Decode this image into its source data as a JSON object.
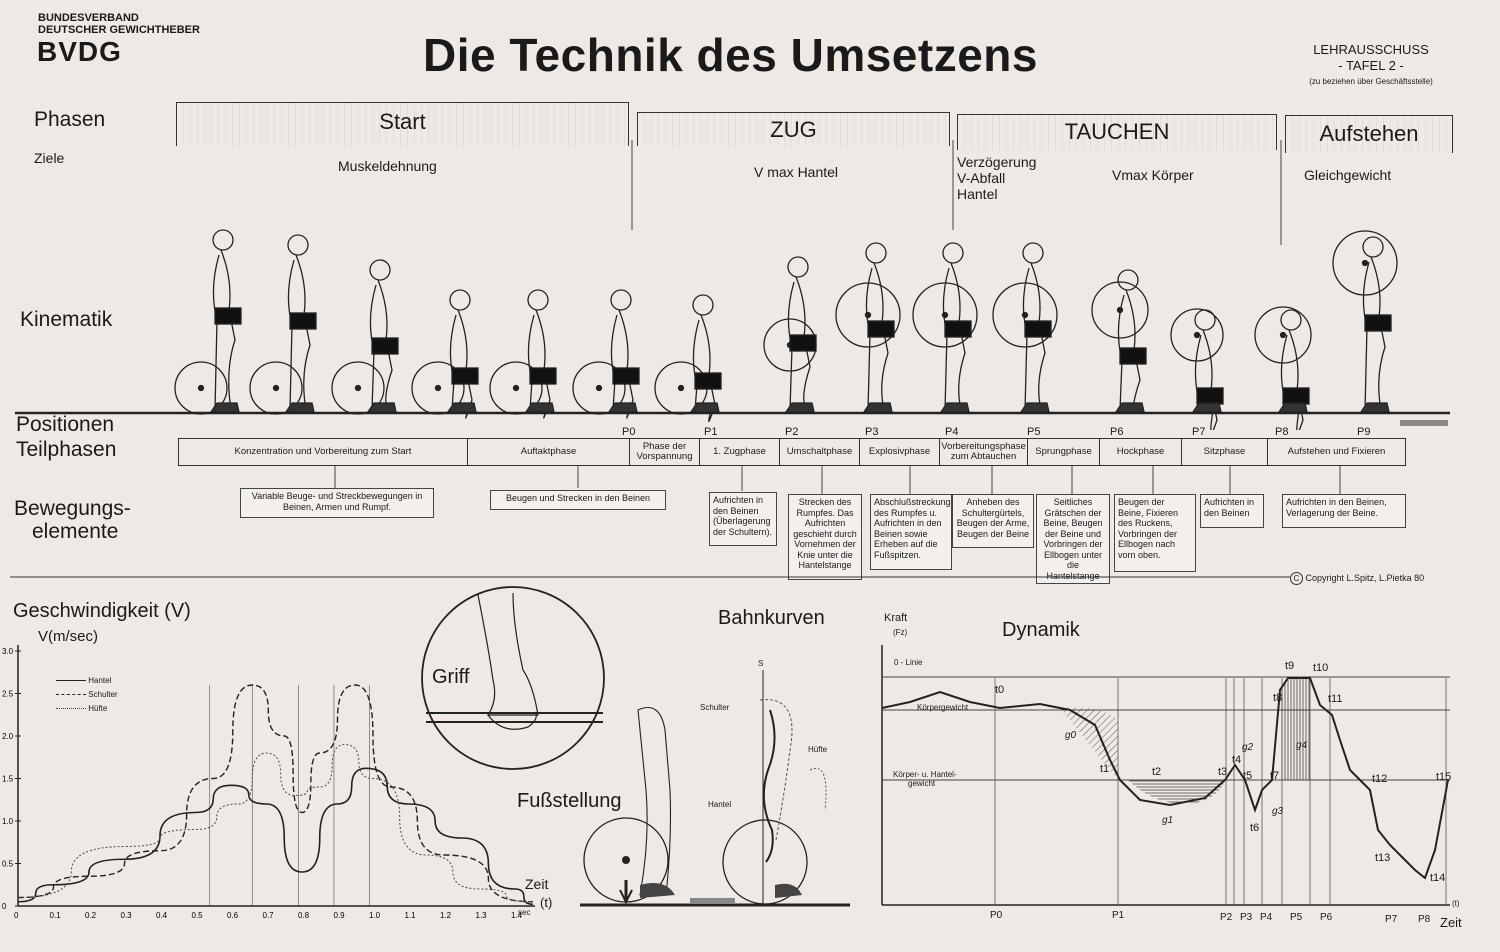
{
  "header": {
    "org_line1": "BUNDESVERBAND",
    "org_line2": "DEUTSCHER GEWICHTHEBER",
    "org_abbr": "BVDG",
    "title": "Die Technik des Umsetzens",
    "committee": "LEHRAUSSCHUSS",
    "tafel": "- TAFEL 2 -",
    "source_note": "(zu beziehen über Geschäftsstelle)"
  },
  "row_labels": {
    "phasen": "Phasen",
    "ziele": "Ziele",
    "kinematik": "Kinematik",
    "positionen": "Positionen",
    "teilphasen": "Teilphasen",
    "bewegung_1": "Bewegungs-",
    "bewegung_2": "elemente"
  },
  "phases": [
    {
      "label": "Start",
      "goal": "Muskeldehnung"
    },
    {
      "label": "ZUG",
      "goal": "V max Hantel"
    },
    {
      "label": "TAUCHEN",
      "goal_a": "Verzögerung\nV-Abfall\nHantel",
      "goal_b": "Vmax Körper"
    },
    {
      "label": "Aufstehen",
      "goal": "Gleichgewicht"
    }
  ],
  "positions": [
    "P0",
    "P1",
    "P2",
    "P3",
    "P4",
    "P5",
    "P6",
    "P7",
    "P8",
    "P9"
  ],
  "teilphasen": [
    "Konzentration und Vorbereitung zum Start",
    "Auftaktphase",
    "Phase der Vorspannung",
    "1. Zugphase",
    "Umschaltphase",
    "Explosivphase",
    "Vorbereitungsphase zum Abtauchen",
    "Sprungphase",
    "Hockphase",
    "Sitzphase",
    "Aufstehen und Fixieren"
  ],
  "bewegungselemente": [
    "Variable Beuge- und Streckbewegungen in Beinen, Armen und Rumpf.",
    "Beugen und Strecken in den Beinen",
    "Aufrichten in den Beinen (Überlagerung der Schultern).",
    "Strecken des Rumpfes. Das Aufrichten geschieht durch Vornehmen der Knie unter die Hantelstange",
    "Abschlußstreckung des Rumpfes u. Aufrichten in den Beinen sowie Erheben auf die Fußspitzen.",
    "Anheben des Schultergürtels, Beugen der Arme, Beugen der Beine",
    "Seitliches Grätschen der Beine, Beugen der Beine und Vorbringen der Ellbogen unter die Hantelstange",
    "Beugen der Beine, Fixieren des Ruckens, Vorbringen der Ellbogen nach vorn oben.",
    "Aufrichten in den Beinen",
    "Aufrichten in den Beinen, Verlagerung der Beine."
  ],
  "copyright": "Copyright L.Spitz, L.Pietka 80",
  "velocity": {
    "title": "Geschwindigkeit (V)",
    "ylabel": "V(m/sec)",
    "xlabel": "Zeit",
    "xunit": "(t)",
    "sec": "sec",
    "legend": [
      "Hantel",
      "Schulter",
      "Hüfte"
    ],
    "yticks": [
      "3.0",
      "2.5",
      "2.0",
      "1.5",
      "1.0",
      "0.5",
      "0"
    ],
    "xticks": [
      "0",
      "0.1",
      "0.2",
      "0.3",
      "0.4",
      "0.5",
      "0.6",
      "0.7",
      "0.8",
      "0.9",
      "1.0",
      "1.1",
      "1.2",
      "1.3",
      "1.4"
    ]
  },
  "griff": "Griff",
  "bahnkurven": {
    "title": "Bahnkurven",
    "s": "S",
    "schulter": "Schulter",
    "huefte": "Hüfte",
    "hantel": "Hantel"
  },
  "fussstellung": "Fußstellung",
  "dynamik": {
    "title": "Dynamik",
    "ylabel": "Kraft",
    "yunit": "(Fz)",
    "null_linie": "0 - Linie",
    "koerpergewicht": "Körpergewicht",
    "koerper_hantel_1": "Körper- u. Hantel-",
    "koerper_hantel_2": "gewicht",
    "xlabel": "Zeit",
    "xunit": "(t)",
    "t_labels": [
      "t0",
      "t1",
      "t2",
      "t3",
      "t4",
      "t5",
      "t6",
      "t7",
      "t8",
      "t9",
      "t10",
      "t11",
      "t12",
      "t13",
      "t14",
      "t15"
    ],
    "g_labels": [
      "g0",
      "g1",
      "g2",
      "g3",
      "g4"
    ]
  }
}
